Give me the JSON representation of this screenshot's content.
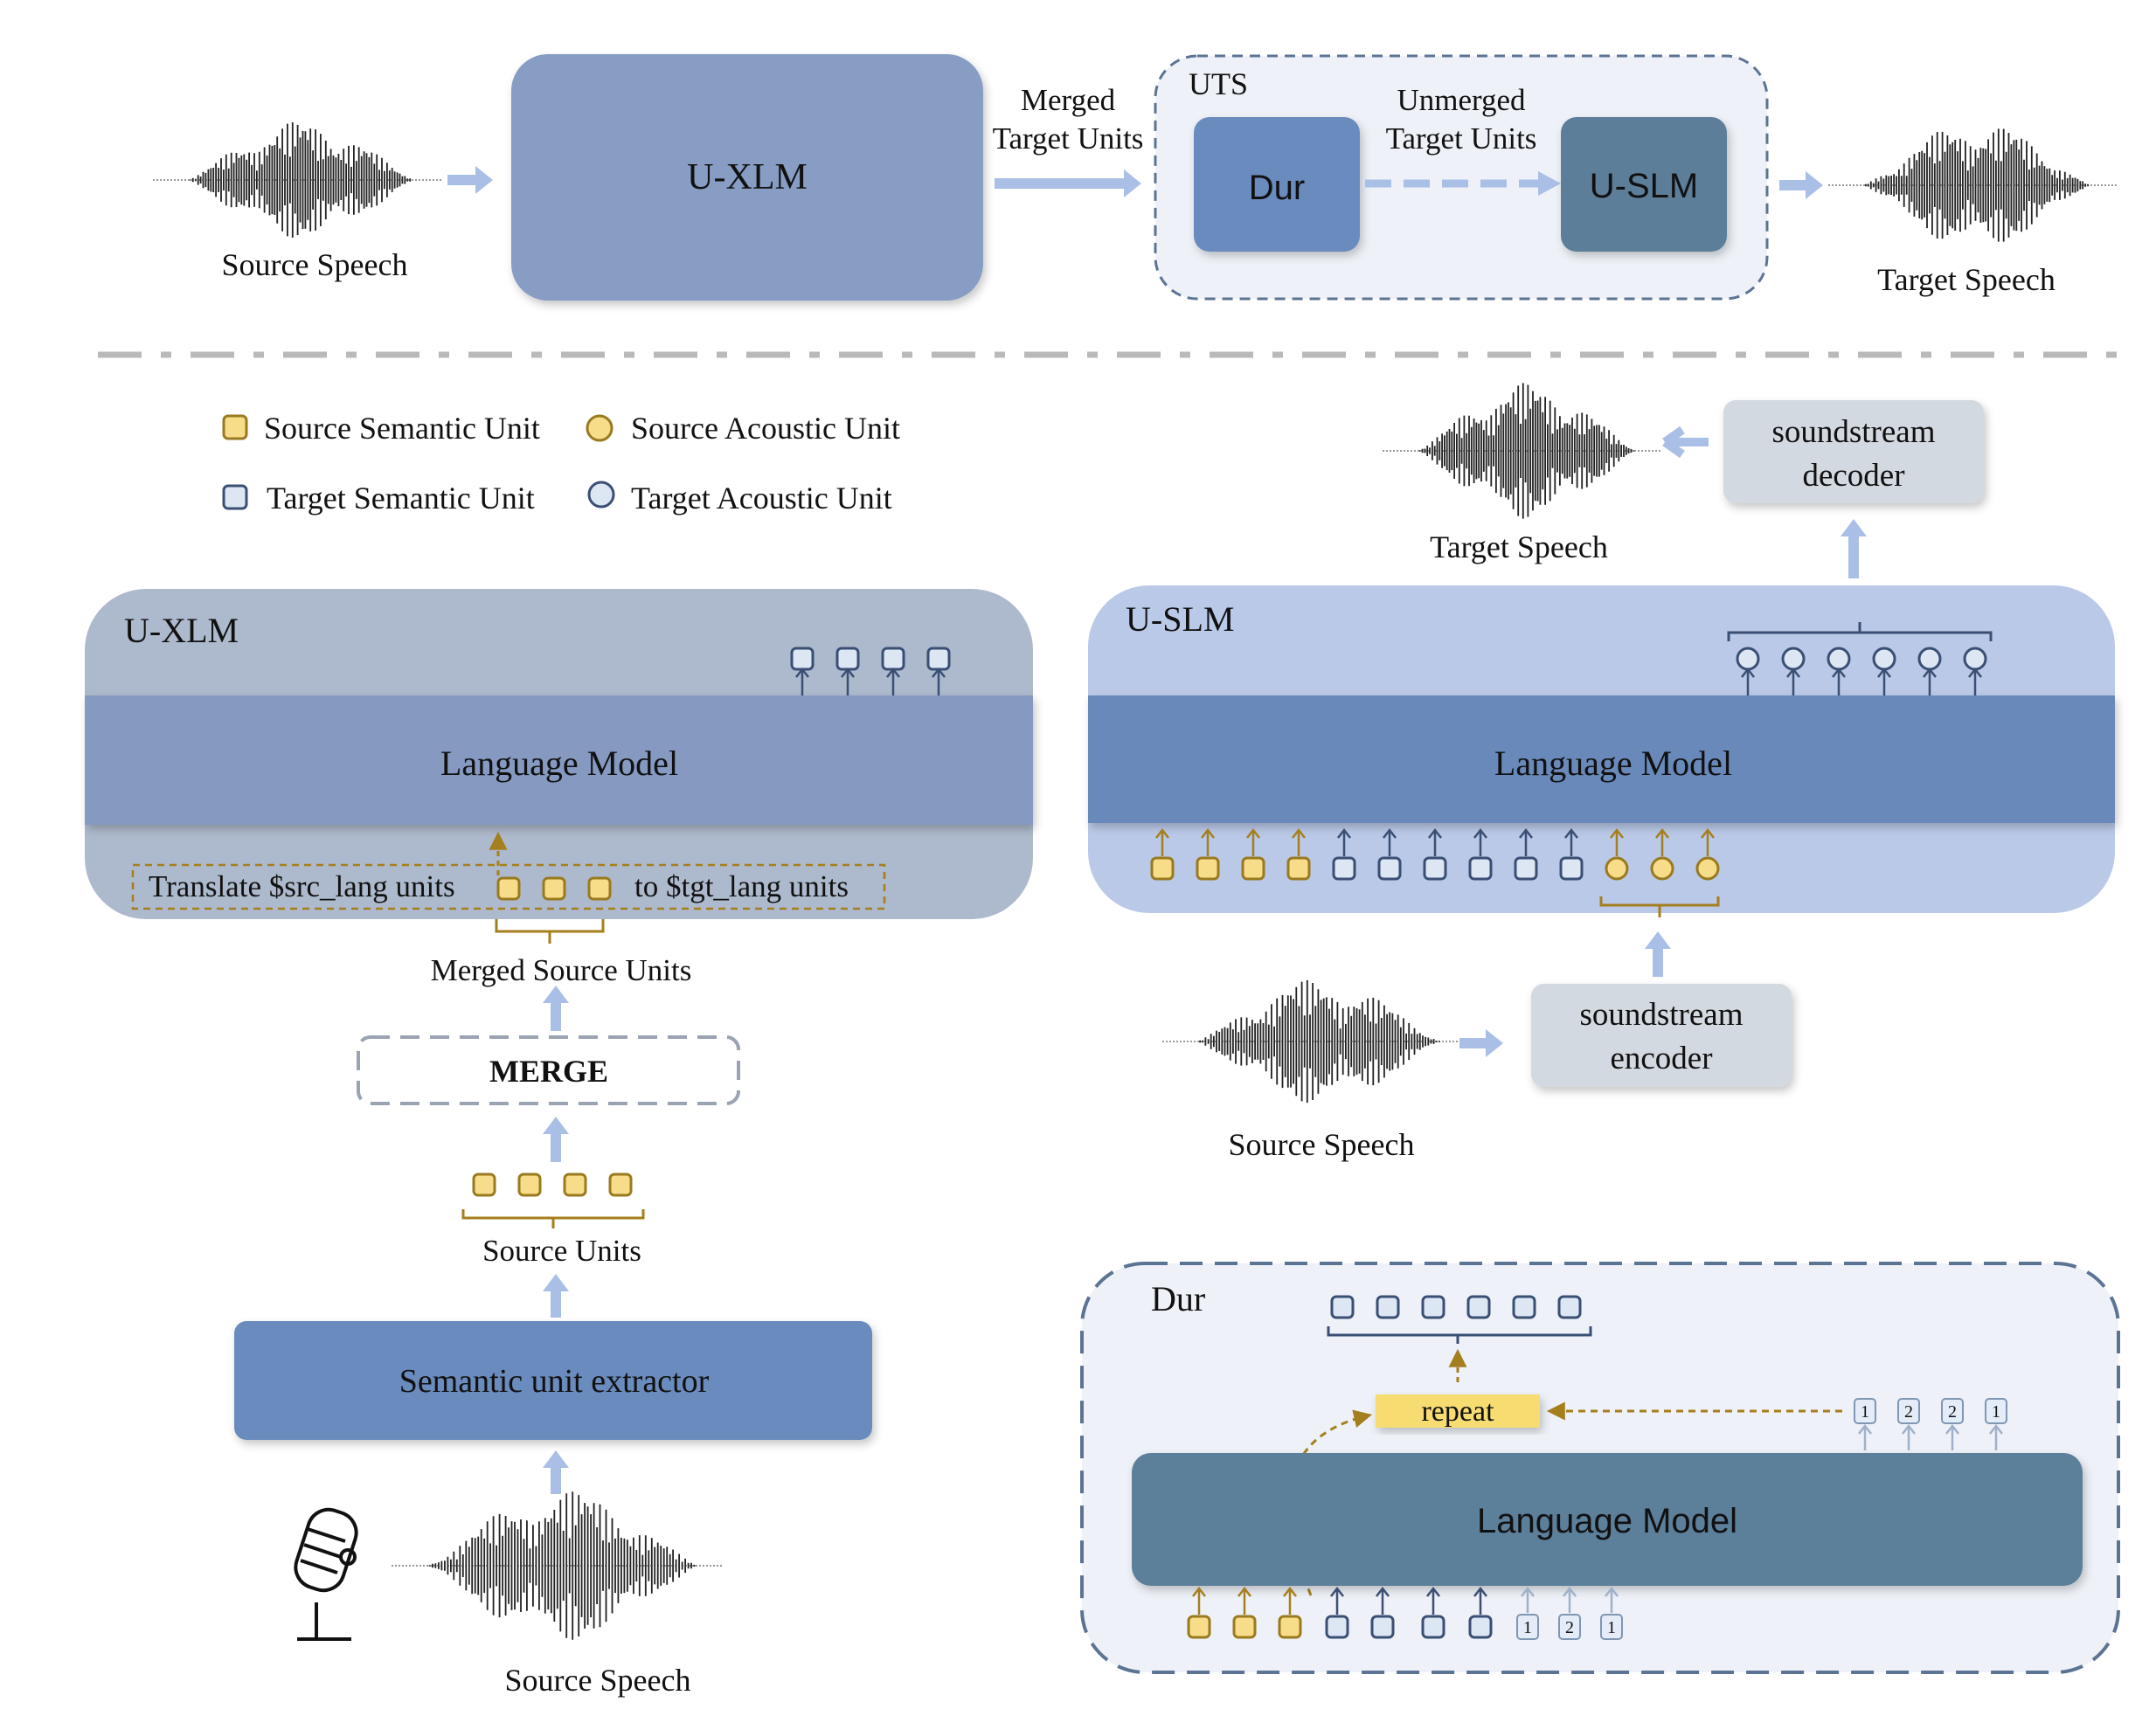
{
  "top": {
    "source_speech": "Source Speech",
    "uxlm": "U-XLM",
    "merged_target_units_line1": "Merged",
    "merged_target_units_line2": "Target Units",
    "uts": "UTS",
    "dur": "Dur",
    "unmerged_target_units_line1": "Unmerged",
    "unmerged_target_units_line2": "Target Units",
    "uslm": "U-SLM",
    "target_speech": "Target Speech"
  },
  "legend": {
    "source_semantic": "Source Semantic Unit",
    "source_acoustic": "Source Acoustic Unit",
    "target_semantic": "Target Semantic Unit",
    "target_acoustic": "Target Acoustic Unit"
  },
  "uxlm_detail": {
    "title": "U-XLM",
    "language_model": "Language Model",
    "prompt_left": "Translate $src_lang units",
    "prompt_right": "to $tgt_lang units",
    "merged_source_units": "Merged Source Units",
    "merge": "MERGE",
    "source_units": "Source Units",
    "extractor": "Semantic unit extractor",
    "source_speech": "Source Speech"
  },
  "uslm_detail": {
    "target_speech": "Target Speech",
    "decoder_line1": "soundstream",
    "decoder_line2": "decoder",
    "title": "U-SLM",
    "language_model": "Language Model",
    "encoder_line1": "soundstream",
    "encoder_line2": "encoder",
    "source_speech": "Source Speech"
  },
  "dur_detail": {
    "title": "Dur",
    "repeat": "repeat",
    "language_model": "Language Model",
    "output_durations": [
      "1",
      "2",
      "2",
      "1"
    ],
    "input_durations": [
      "1",
      "2",
      "1"
    ]
  },
  "colors": {
    "source_unit_fill": "#f7dc8a",
    "source_unit_stroke": "#9a7a1f",
    "target_unit_fill": "#dde6f3",
    "target_unit_stroke": "#3a4f74",
    "arrow_light": "#a9bfe6",
    "uxlm_box": "#879dc4",
    "dur_box": "#6a8bbd",
    "uslm_box": "#5b7e99",
    "lm_uxlm": "#8599c1",
    "lm_uslm": "#6889b9",
    "lm_dur": "#5c7f9a",
    "gold": "#a57f1e"
  }
}
